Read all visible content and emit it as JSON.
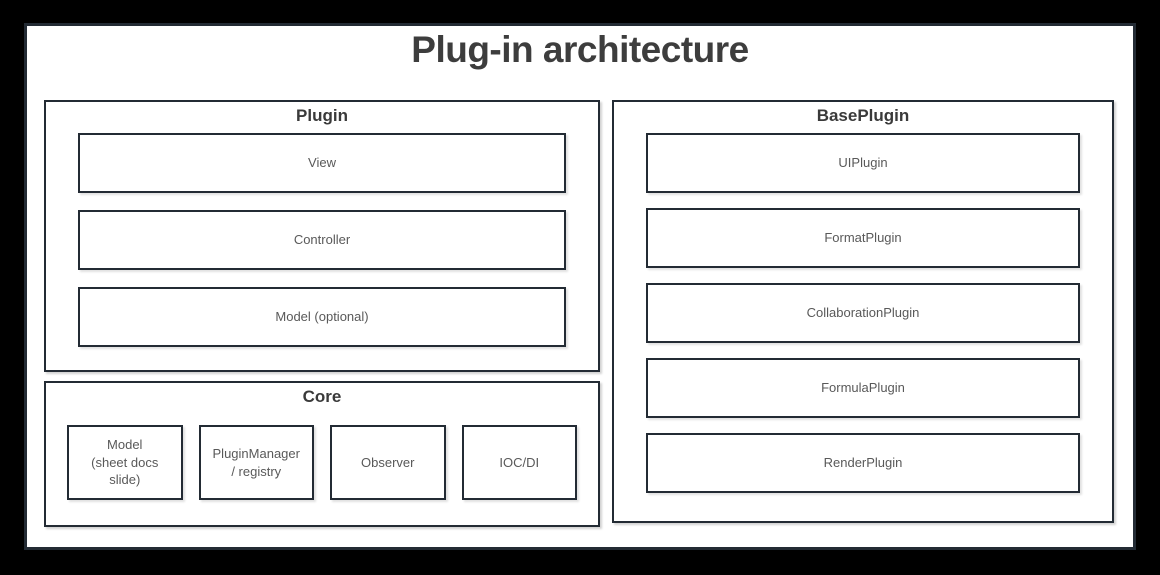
{
  "page": {
    "title": "Plug-in architecture"
  },
  "colors": {
    "canvas_background": "#000000",
    "page_background": "#ffffff",
    "border": "#232b34",
    "heading_text": "#3a3a3a",
    "title_text": "#3d3d3d",
    "node_text": "#595959"
  },
  "containers": {
    "plugin": {
      "title": "Plugin",
      "boxes": [
        "View",
        "Controller",
        "Model (optional)"
      ]
    },
    "core": {
      "title": "Core",
      "boxes": [
        "Model\n(sheet docs\nslide)",
        "PluginManager\n/ registry",
        "Observer",
        "IOC/DI"
      ]
    },
    "base_plugin": {
      "title": "BasePlugin",
      "boxes": [
        "UIPlugin",
        "FormatPlugin",
        "CollaborationPlugin",
        "FormulaPlugin",
        "RenderPlugin"
      ]
    }
  }
}
